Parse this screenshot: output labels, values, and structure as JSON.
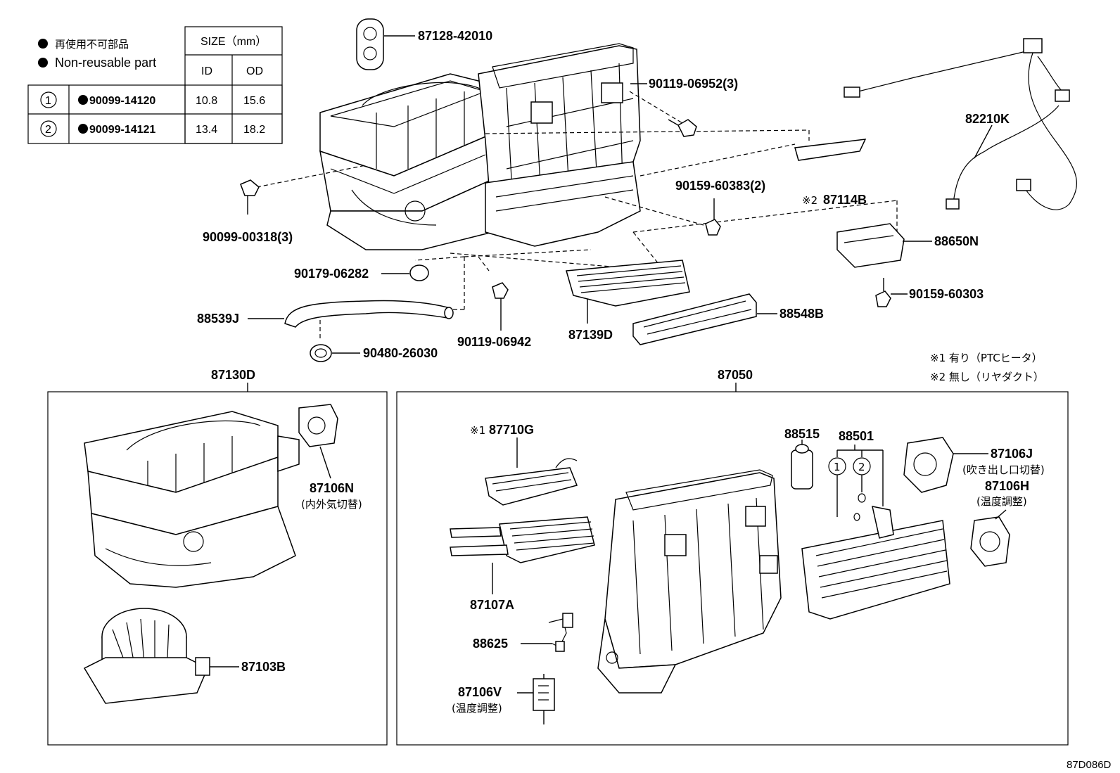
{
  "legend": {
    "line1": "再使用不可部品",
    "line2": "Non-reusable part"
  },
  "table": {
    "size_header": "SIZE（mm）",
    "col_id": "ID",
    "col_od": "OD",
    "rows": [
      {
        "num": "1",
        "part": "90099-14120",
        "id": "10.8",
        "od": "15.6"
      },
      {
        "num": "2",
        "part": "90099-14121",
        "id": "13.4",
        "od": "18.2"
      }
    ]
  },
  "labels": {
    "p87128": "87128-42010",
    "p90119a": "90119-06952(3)",
    "p82210k": "82210K",
    "p87114b": "87114B",
    "p87114b_mark": "※2",
    "p90159a": "90159-60383(2)",
    "p90099": "90099-00318(3)",
    "p88650n": "88650N",
    "p90179": "90179-06282",
    "p90159b": "90159-60303",
    "p88539j": "88539J",
    "p88548b": "88548B",
    "p90119b": "90119-06942",
    "p87139d": "87139D",
    "p90480": "90480-26030",
    "note1": "※1 有り（PTCヒータ）",
    "note2": "※2 無し（リヤダクト）",
    "p87130d": "87130D",
    "p87050": "87050",
    "p87106n": "87106N",
    "p87106n_sub": "(内外気切替)",
    "p87103b": "87103B",
    "p87710g": "87710G",
    "p87710g_mark": "※1",
    "p88515": "88515",
    "p88501": "88501",
    "p87106j": "87106J",
    "p87106j_sub": "(吹き出し口切替)",
    "p87106h": "87106H",
    "p87106h_sub": "(温度調整)",
    "p87107a": "87107A",
    "p88625": "88625",
    "p87106v": "87106V",
    "p87106v_sub": "(温度調整)",
    "callout1": "1",
    "callout2": "2",
    "code": "87D086D"
  }
}
